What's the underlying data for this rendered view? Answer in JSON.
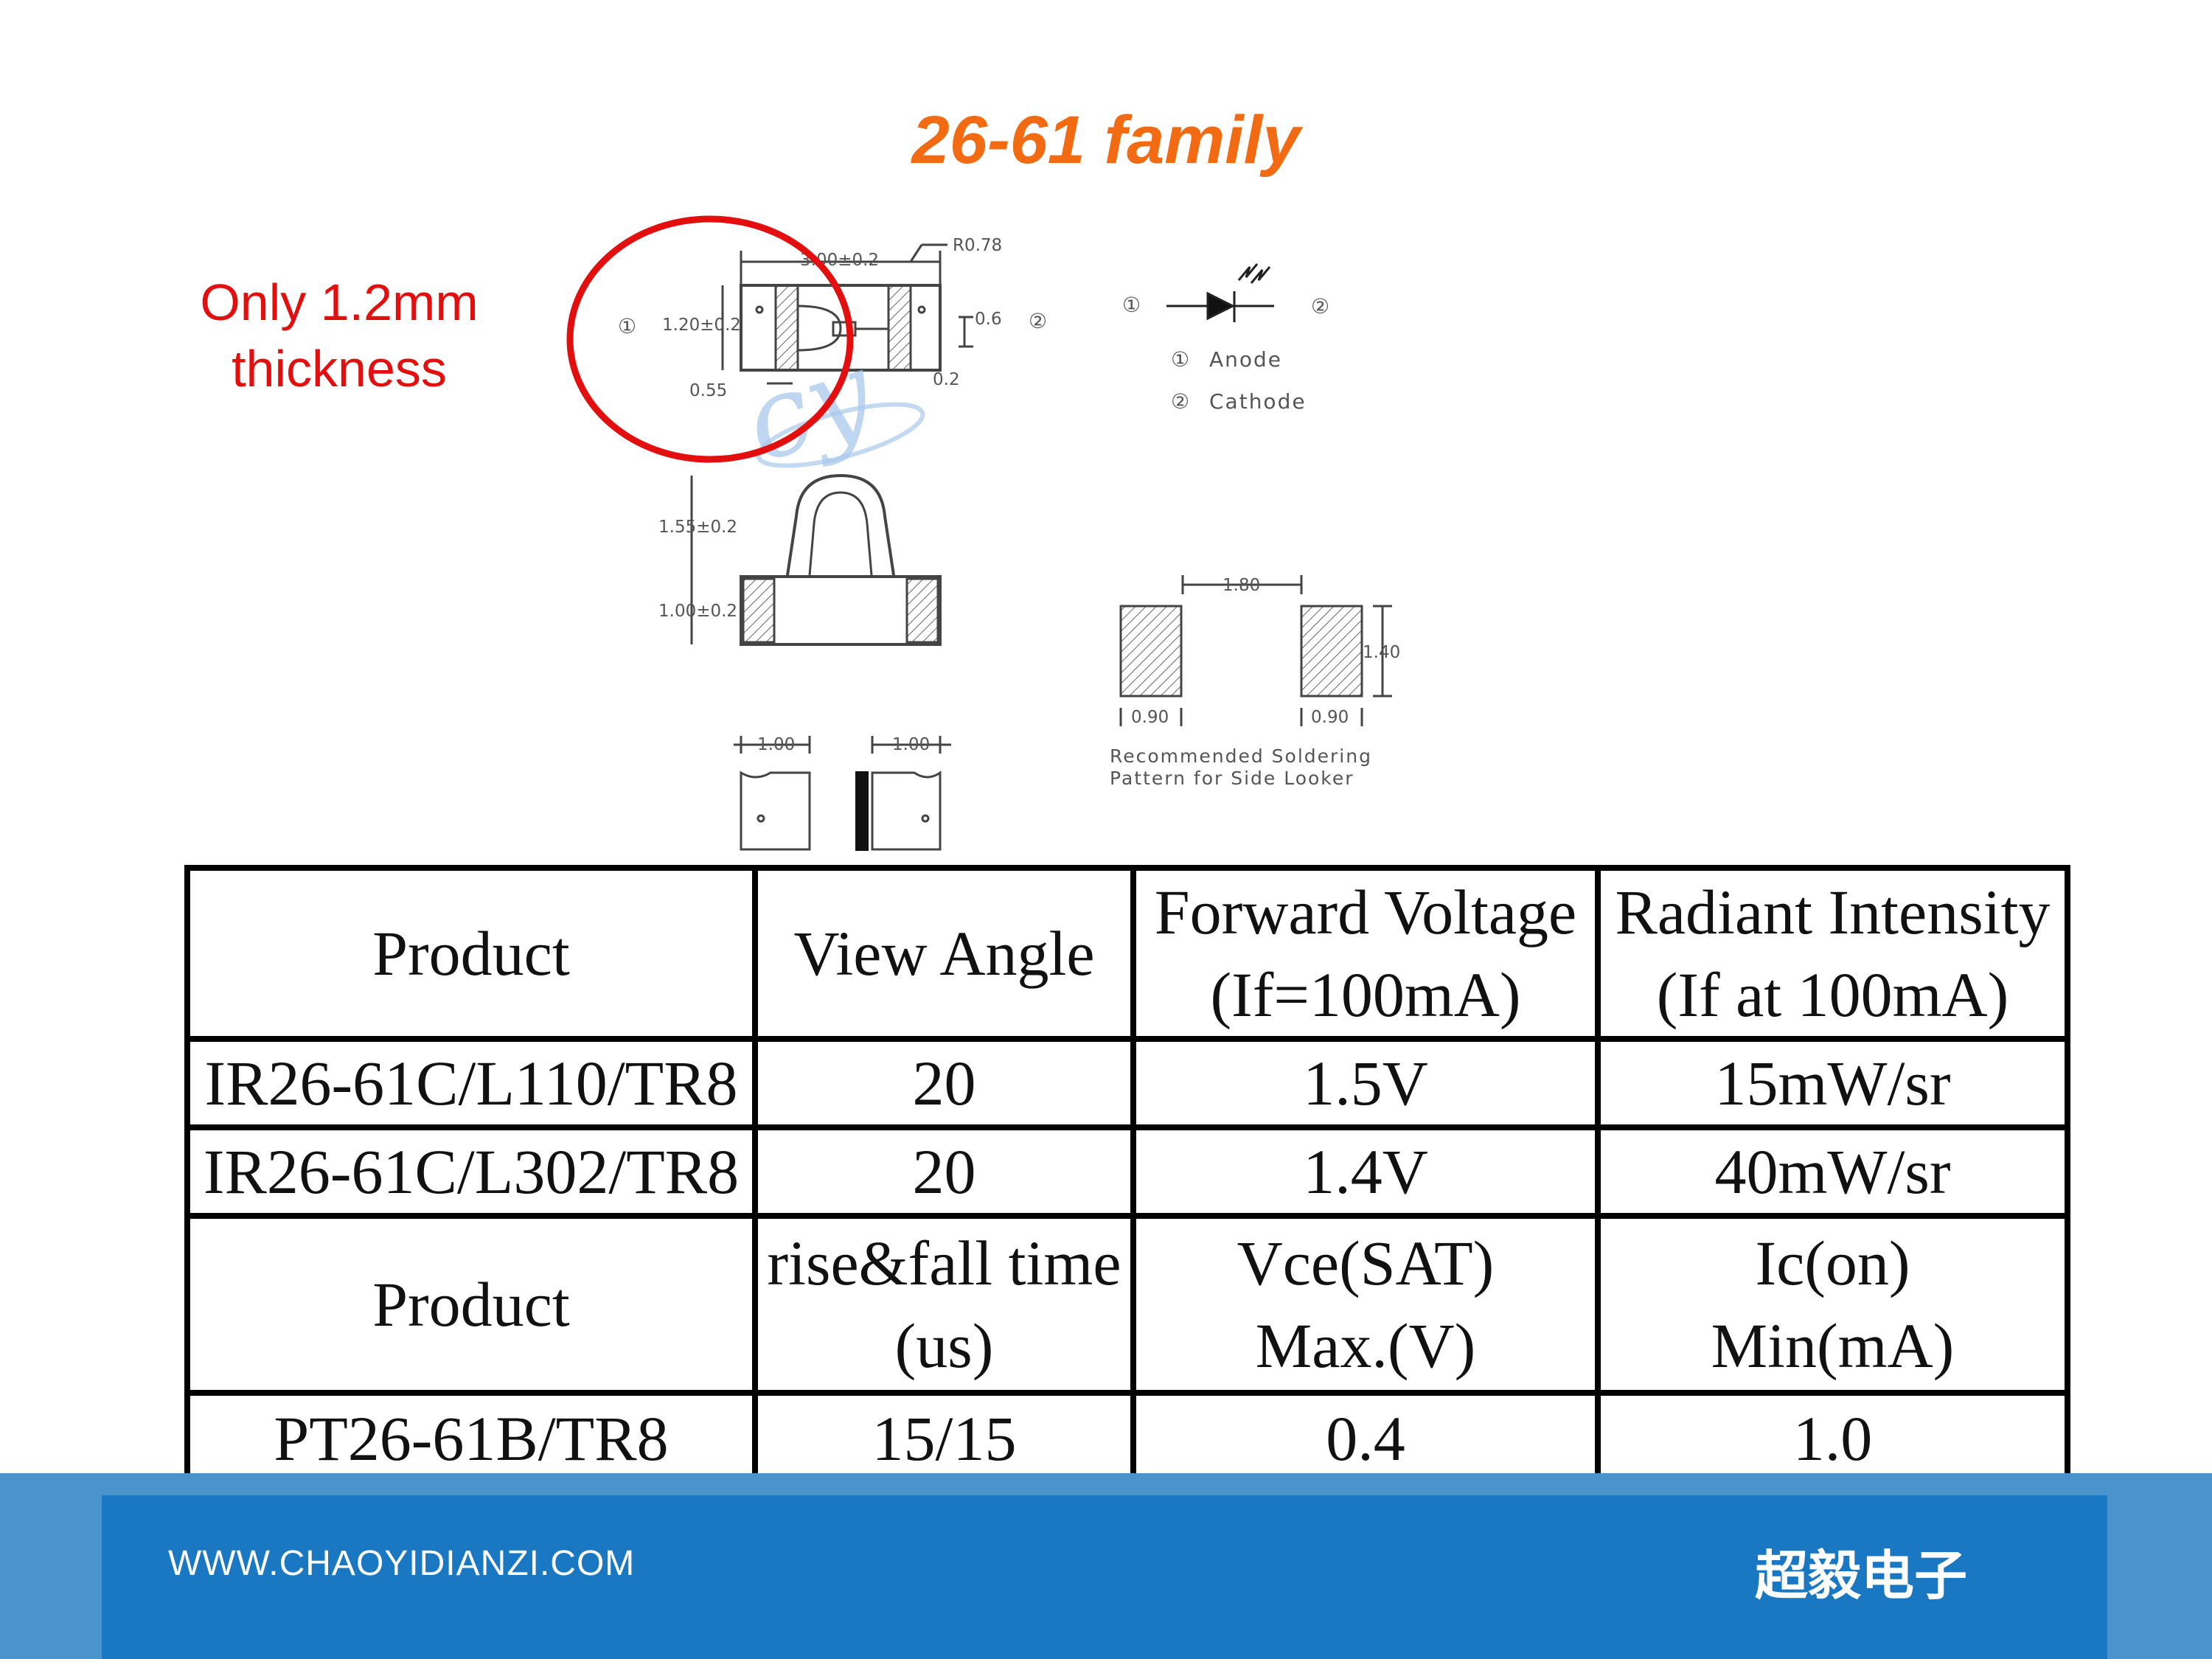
{
  "title": "26-61 family",
  "callout": {
    "line1": "Only 1.2mm",
    "line2": "thickness"
  },
  "drawing": {
    "top_view": {
      "width_dim": "3.00±0.2",
      "radius_dim": "R0.78",
      "height_dim": "1.20±0.2",
      "pad_dim": "0.6",
      "lead_dim": "0.2",
      "offset_dim": "0.55",
      "pin1": "①",
      "pin2": "②"
    },
    "side_view": {
      "dome_dim": "1.55±0.2",
      "body_dim": "1.00±0.2"
    },
    "bottom_view": {
      "left_pad": "1.00",
      "right_pad": "1.00"
    },
    "schematic": {
      "pin1": "①",
      "pin2": "②",
      "anode_num": "①",
      "anode": "Anode",
      "cathode_num": "②",
      "cathode": "Cathode"
    },
    "soldering": {
      "spacing": "1.80",
      "height": "1.40",
      "pad_left": "0.90",
      "pad_right": "0.90",
      "caption_line1": "Recommended Soldering",
      "caption_line2": "Pattern for Side Looker"
    }
  },
  "table": {
    "emitter_header": [
      "Product",
      "View Angle",
      "Forward Voltage\n(If=100mA)",
      "Radiant Intensity\n(If at 100mA)"
    ],
    "emitter_rows": [
      [
        "IR26-61C/L110/TR8",
        "20",
        "1.5V",
        "15mW/sr"
      ],
      [
        "IR26-61C/L302/TR8",
        "20",
        "1.4V",
        "40mW/sr"
      ]
    ],
    "detector_header": [
      "Product",
      "rise&fall time\n(us)",
      "Vce(SAT)\nMax.(V)",
      "Ic(on)\nMin(mA)"
    ],
    "detector_rows": [
      [
        "PT26-61B/TR8",
        "15/15",
        "0.4",
        "1.0"
      ]
    ]
  },
  "footer": {
    "url": "WWW.CHAOYIDIANZI.COM",
    "brand": "超毅电子"
  },
  "colors": {
    "title": "#f26a11",
    "callout": "#e30e0e",
    "footer_outer": "#4a93cc",
    "footer_inner": "#1a78c2"
  }
}
